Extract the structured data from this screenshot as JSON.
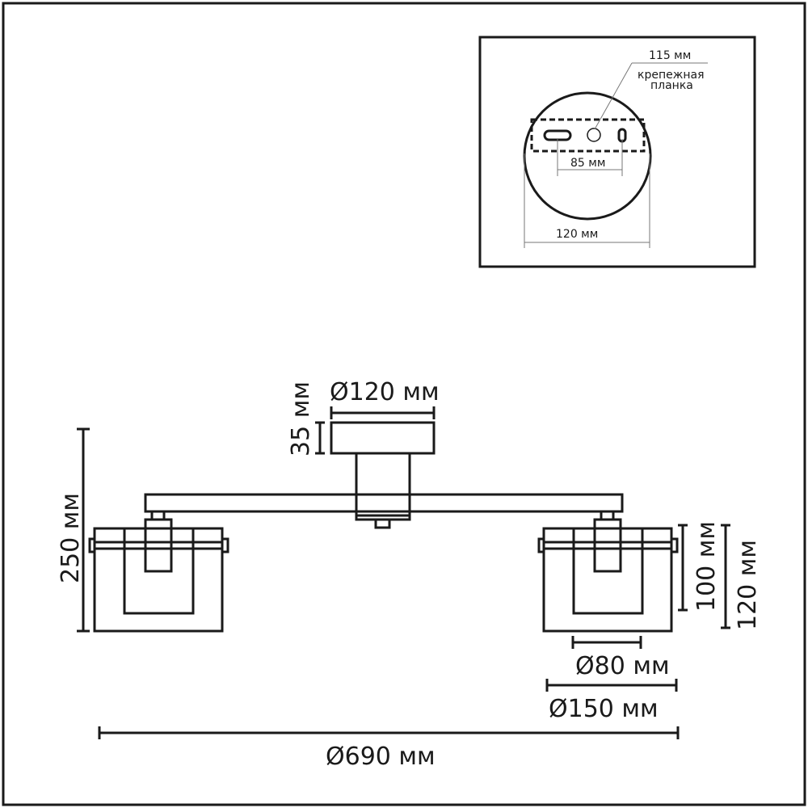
{
  "mounting_inset": {
    "hole_label": "115 мм",
    "plate_label_line1": "крепежная",
    "plate_label_line2": "планка",
    "hole_spacing": "85 мм",
    "canopy_diameter": "120 мм"
  },
  "dimensions": {
    "canopy_diameter": "Ø120 мм",
    "canopy_height": "35 мм",
    "total_height": "250 мм",
    "shade_inner_height": "100 мм",
    "shade_height": "120 мм",
    "shade_inner_diameter": "Ø80 мм",
    "shade_diameter": "Ø150 мм",
    "total_width": "Ø690 мм"
  }
}
